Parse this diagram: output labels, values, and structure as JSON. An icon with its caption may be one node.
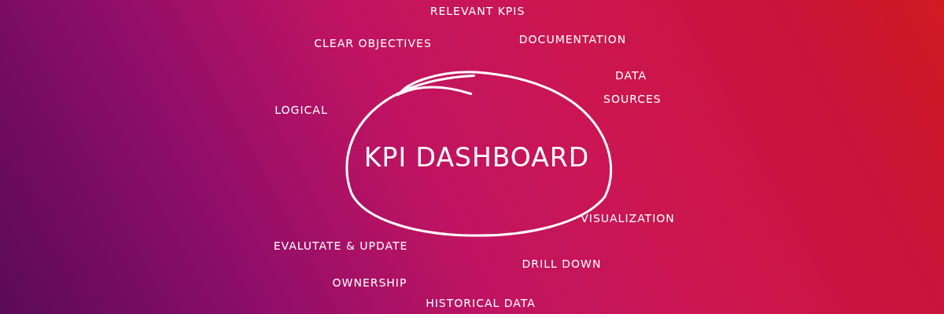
{
  "diagram": {
    "nodes": [
      {
        "text": [
          "KPI DASHBOARD"
        ]
      }
    ],
    "edges": [],
    "labels": [
      "RELEVANT KPIS",
      "CLEAR OBJECTIVES",
      "DOCUMENTATION",
      "DATA SOURCES",
      "LOGICAL",
      "VISUALIZATION",
      "EVALUTATE & UPDATE",
      "DRILL DOWN",
      "OWNERSHIP",
      "HISTORICAL DATA"
    ]
  }
}
